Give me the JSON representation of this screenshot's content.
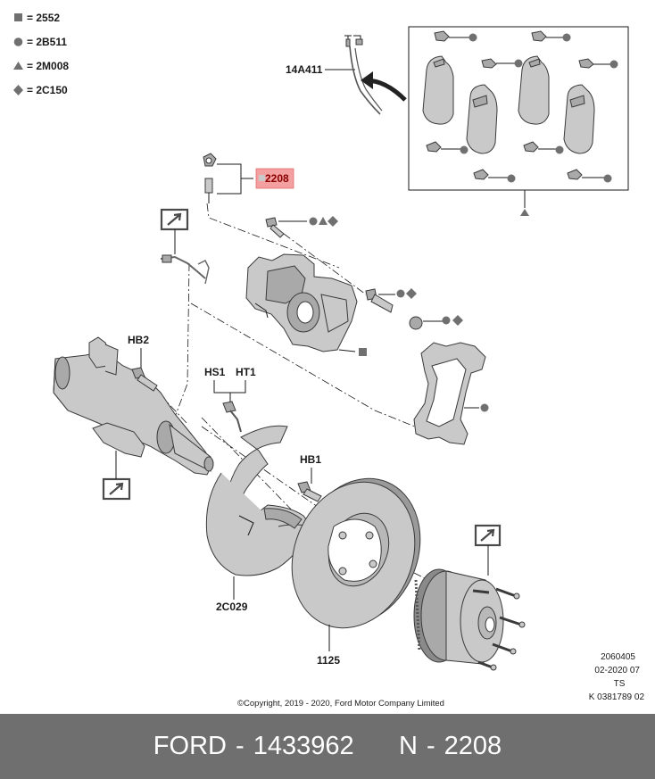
{
  "legend": [
    {
      "symbol": "square",
      "code": "2552"
    },
    {
      "symbol": "circle",
      "code": "2B511"
    },
    {
      "symbol": "triangle",
      "code": "2M008"
    },
    {
      "symbol": "diamond",
      "code": "2C150"
    }
  ],
  "callouts": {
    "pad_sensor": "14A411",
    "highlighted_part": "2208",
    "bolt_hb2": "HB2",
    "bolt_hs1": "HS1",
    "bolt_ht1": "HT1",
    "bolt_hb1": "HB1",
    "dust_shield": "2C029",
    "brake_disc": "1125"
  },
  "highlight_color": "#f4a0a0",
  "ref_block": [
    "2060405",
    "02-2020 07",
    "TS",
    "K 0381789 02"
  ],
  "copyright": "©Copyright, 2019 - 2020, Ford Motor Company Limited",
  "footer": {
    "brand": "FORD",
    "part_number": "1433962",
    "ref": "N - 2208"
  }
}
